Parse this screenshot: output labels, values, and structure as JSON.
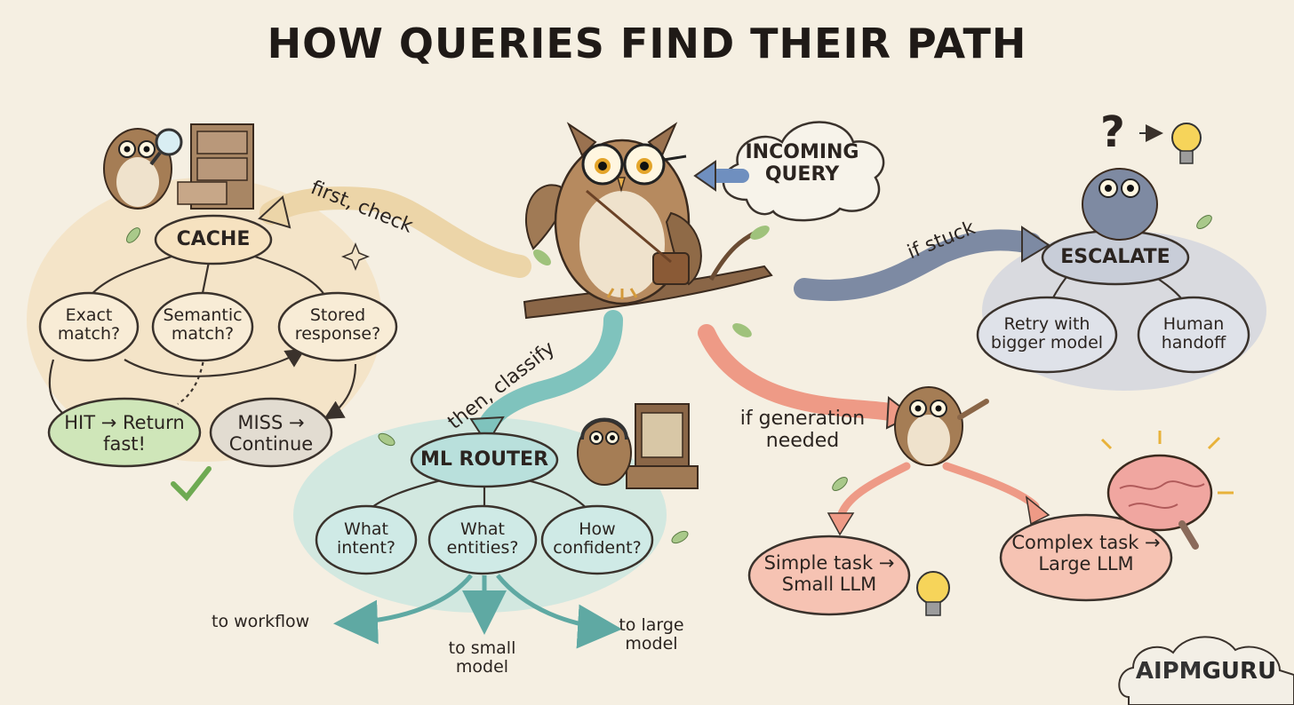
{
  "title": "HOW QUERIES FIND THEIR PATH",
  "colors": {
    "background": "#f5efe2",
    "cache": "#f6e2c0",
    "cache_arrow": "#ecd5a8",
    "router": "#b9e0dc",
    "router_arrow": "#7fc3bd",
    "escalate": "#c8cdd8",
    "escalate_arrow": "#7d8aa3",
    "generation": "#f6c3b3",
    "generation_arrow": "#ee9a86",
    "hit": "#cfe6b9",
    "miss": "#e2dcd1"
  },
  "incoming": {
    "label": "INCOMING QUERY"
  },
  "cache": {
    "label": "CACHE",
    "edge_label": "first, check",
    "checks": [
      "Exact match?",
      "Semantic match?",
      "Stored response?"
    ],
    "hit": "HIT → Return fast!",
    "miss": "MISS → Continue"
  },
  "router": {
    "label": "ML ROUTER",
    "edge_label": "then, classify",
    "questions": [
      "What intent?",
      "What entities?",
      "How confident?"
    ],
    "outputs": [
      "to workflow",
      "to small model",
      "to large model"
    ]
  },
  "escalate": {
    "label": "ESCALATE",
    "edge_label": "if stuck",
    "options": [
      "Retry with bigger model",
      "Human handoff"
    ]
  },
  "generation": {
    "edge_label": "if generation needed",
    "simple": "Simple task → Small LLM",
    "complex": "Complex task → Large LLM"
  },
  "icons": [
    "owl-icon",
    "magnifier-icon",
    "file-cabinet-icon",
    "cloud-icon",
    "question-mark-icon",
    "lightbulb-icon",
    "brain-icon",
    "switchboard-icon",
    "headphones-icon",
    "checkmark-icon",
    "sparkle-icon",
    "leaf-icon"
  ],
  "brand": {
    "part1": "AIPM",
    "part2": "GURU"
  }
}
